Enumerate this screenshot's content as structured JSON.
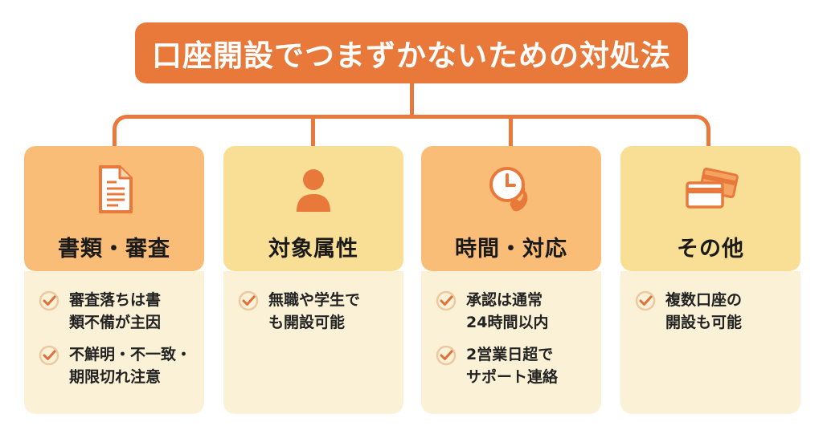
{
  "title": "口座開設でつまずかないための対処法",
  "colors": {
    "accent": "#e8793a",
    "card_orange": "#f9bd78",
    "card_yellow": "#f9df95",
    "card_body": "#fbf1d6"
  },
  "cards": [
    {
      "title": "書類・審査",
      "icon": "document-icon",
      "items": [
        "審査落ちは書\n類不備が主因",
        "不鮮明・不一致・\n期限切れ注意"
      ]
    },
    {
      "title": "対象属性",
      "icon": "person-icon",
      "items": [
        "無職や学生で\nも開設可能"
      ]
    },
    {
      "title": "時間・対応",
      "icon": "clock-phone-icon",
      "items": [
        "承認は通常\n24時間以内",
        "2営業日超で\nサポート連絡"
      ]
    },
    {
      "title": "その他",
      "icon": "credit-cards-icon",
      "items": [
        "複数口座の\n開設も可能"
      ]
    }
  ]
}
